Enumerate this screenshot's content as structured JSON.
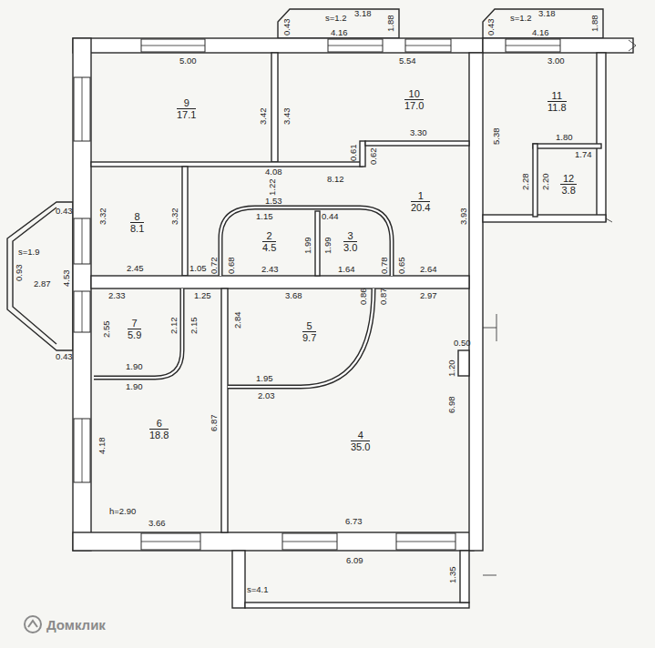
{
  "diagram": {
    "nodes": [
      {
        "text": [
          "9",
          "17.1"
        ]
      },
      {
        "text": [
          "10",
          "17.0"
        ]
      },
      {
        "text": [
          "11",
          "11.8"
        ]
      },
      {
        "text": [
          "8",
          "8.1"
        ]
      },
      {
        "text": [
          "1",
          "20.4"
        ]
      },
      {
        "text": [
          "12",
          "3.8"
        ]
      },
      {
        "text": [
          "2",
          "4.5"
        ]
      },
      {
        "text": [
          "3",
          "3.0"
        ]
      },
      {
        "text": [
          "7",
          "5.9"
        ]
      },
      {
        "text": [
          "5",
          "9.7"
        ]
      },
      {
        "text": [
          "4",
          "35.0"
        ]
      },
      {
        "text": [
          "6",
          "18.8"
        ]
      }
    ],
    "labels": [
      "s=1.2",
      "3.18",
      "1.88",
      "0.43",
      "4.16",
      "s=1.2",
      "3.18",
      "1.88",
      "0.43",
      "4.16",
      "5.00",
      "3.42",
      "3.43",
      "5.54",
      "3.30",
      "0.61",
      "0.62",
      "3.00",
      "5.38",
      "1.80",
      "2.28",
      "2.20",
      "1.74",
      "3.93",
      "4.08",
      "8.12",
      "1.22",
      "1.53",
      "1.15",
      "0.44",
      "3.32",
      "3.32",
      "2.45",
      "1.05",
      "0.72",
      "0.68",
      "2.43",
      "1.99",
      "1.99",
      "1.64",
      "0.78",
      "0.65",
      "2.64",
      "s=1.9",
      "2.87",
      "4.53",
      "0.43",
      "0.43",
      "0.93",
      "2.33",
      "1.25",
      "2.55",
      "2.12",
      "2.15",
      "1.90",
      "1.90",
      "3.68",
      "0.86",
      "0.87",
      "2.97",
      "2.84",
      "1.95",
      "2.03",
      "0.50",
      "1.20",
      "6.98",
      "6.87",
      "4.18",
      "h=2.90",
      "3.66",
      "6.73",
      "6.09",
      "s=4.1",
      "1.35",
      "Домклик"
    ]
  }
}
